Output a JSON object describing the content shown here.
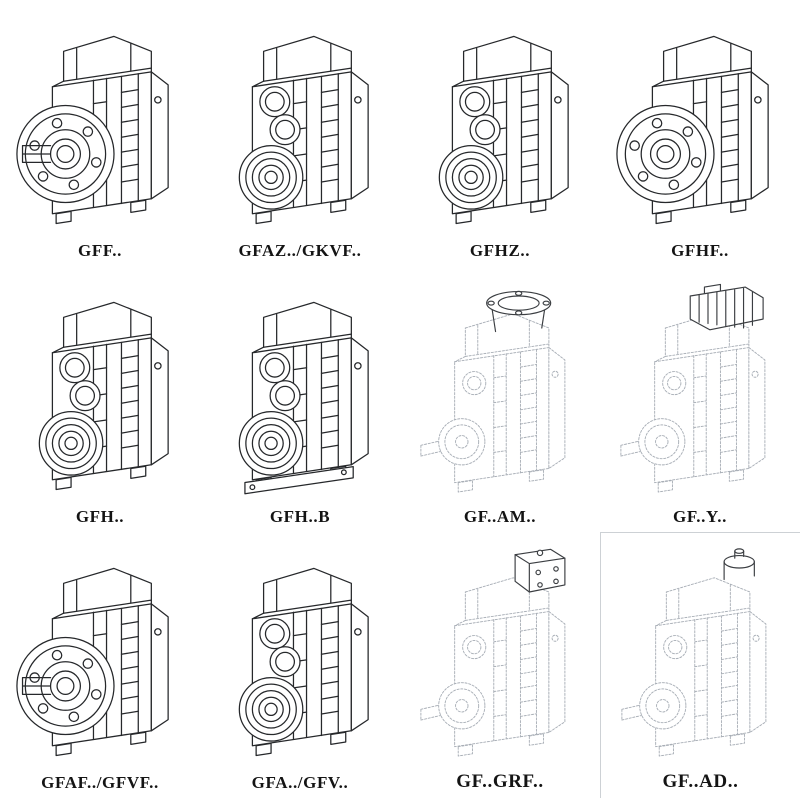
{
  "colors": {
    "background": "#ffffff",
    "line": "#26282b",
    "faint_line": "#a8aeb6",
    "box_border": "#cdd1d5",
    "label_text": "#141414"
  },
  "items": [
    {
      "label": "GFF..",
      "drawing": "gearbox-flange-output-shaft"
    },
    {
      "label": "GFAZ../GKVF..",
      "drawing": "gearbox-hollow-shaft-face"
    },
    {
      "label": "GFHZ..",
      "drawing": "gearbox-hollow-shaft-face"
    },
    {
      "label": "GFHF..",
      "drawing": "gearbox-flange-hollow"
    },
    {
      "label": "GFH..",
      "drawing": "gearbox-hollow-shaft-face"
    },
    {
      "label": "GFH..B",
      "drawing": "gearbox-hollow-shaft-baseplate"
    },
    {
      "label": "GF..AM..",
      "drawing": "gearbox-with-motor-flange-adapter"
    },
    {
      "label": "GF..Y..",
      "drawing": "gearbox-with-mounted-motor"
    },
    {
      "label": "GFAF../GFVF..",
      "drawing": "gearbox-flange-output-shaft"
    },
    {
      "label": "GFA../GFV..",
      "drawing": "gearbox-hollow-shaft-face"
    },
    {
      "label": "GF..GRF..",
      "drawing": "gearbox-with-input-adapter-box"
    },
    {
      "label": "GF..AD..",
      "drawing": "gearbox-with-input-shaft-cover"
    }
  ]
}
